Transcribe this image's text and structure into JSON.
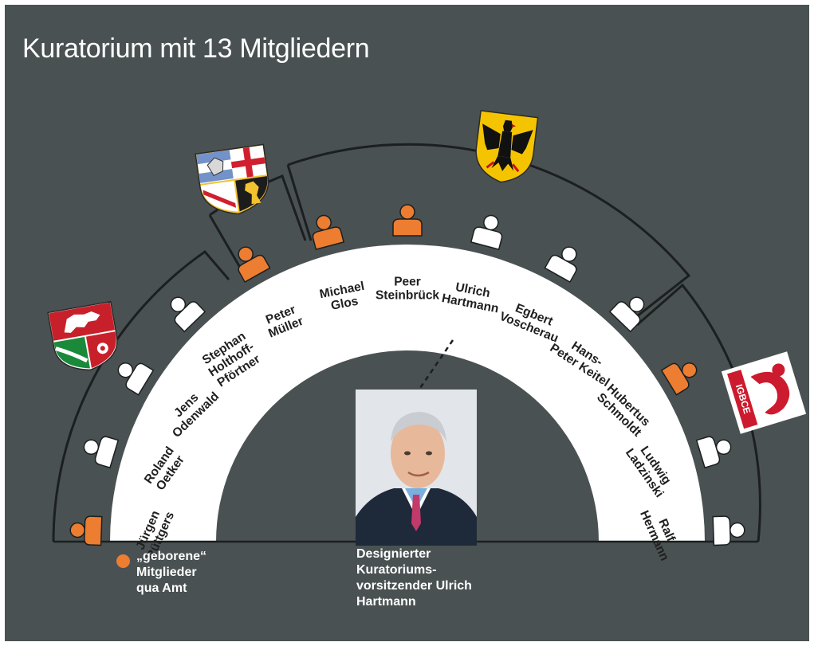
{
  "title": "Kuratorium mit 13 Mitgliedern",
  "members": [
    {
      "name": "Jürgen\nRüttgers",
      "ex_officio": true,
      "group": "Nordrhein-Westfalen"
    },
    {
      "name": "Roland\nOetker",
      "ex_officio": false,
      "group": "Nordrhein-Westfalen"
    },
    {
      "name": "Jens\nOdenwald",
      "ex_officio": false,
      "group": "Nordrhein-Westfalen"
    },
    {
      "name": "Stephan\nHolthoff-\nPförtner",
      "ex_officio": false,
      "group": "Nordrhein-Westfalen"
    },
    {
      "name": "Peter\nMüller",
      "ex_officio": true,
      "group": "Saarland"
    },
    {
      "name": "Michael\nGlos",
      "ex_officio": true,
      "group": "Bund"
    },
    {
      "name": "Peer\nSteinbrück",
      "ex_officio": true,
      "group": "Bund"
    },
    {
      "name": "Ulrich\nHartmann",
      "ex_officio": false,
      "group": "Bund"
    },
    {
      "name": "Egbert\nVoscherau",
      "ex_officio": false,
      "group": "Bund"
    },
    {
      "name": "Hans-\nPeter Keitel",
      "ex_officio": false,
      "group": "Bund"
    },
    {
      "name": "Hubertus\nSchmoldt",
      "ex_officio": true,
      "group": "IG BCE"
    },
    {
      "name": "Ludwig\nLadzinski",
      "ex_officio": false,
      "group": "IG BCE"
    },
    {
      "name": "Ralf\nHermann",
      "ex_officio": false,
      "group": "IG BCE"
    }
  ],
  "emblems": {
    "nrw": "nrw-coat-of-arms-icon",
    "saarland": "saarland-coat-of-arms-icon",
    "bund": "federal-eagle-icon",
    "igbce": "igbce-logo-icon",
    "igbce_text": "IGBCE"
  },
  "legend": {
    "text": "„geborene“\nMitglieder\nqua Amt"
  },
  "photo_caption": "Designierter\nKuratoriums-\nvorsitzender Ulrich\nHartmann",
  "colors": {
    "background": "#4a5152",
    "ex_officio": "#ec7d31",
    "regular": "#ffffff",
    "arch": "#ffffff",
    "frame_line": "#1c1f20",
    "text_dark": "#1f1f1f"
  }
}
